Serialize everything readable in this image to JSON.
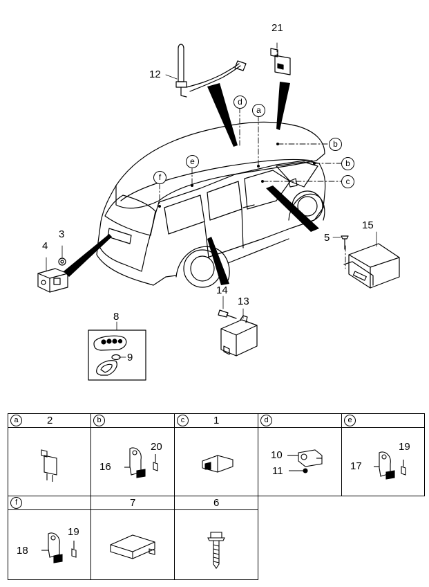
{
  "main": {
    "callouts": [
      "a",
      "b",
      "b",
      "c",
      "d",
      "e",
      "f"
    ],
    "part_numbers": {
      "n21": "21",
      "n12": "12",
      "n3": "3",
      "n4": "4",
      "n5": "5",
      "n15": "15",
      "n14": "14",
      "n13": "13",
      "n8": "8",
      "n9": "9"
    }
  },
  "legend": {
    "cells": [
      {
        "letter": "a",
        "number": "2",
        "parts": []
      },
      {
        "letter": "b",
        "number": "",
        "parts": [
          "20",
          "16"
        ]
      },
      {
        "letter": "c",
        "number": "1",
        "parts": []
      },
      {
        "letter": "d",
        "number": "",
        "parts": [
          "10",
          "11"
        ]
      },
      {
        "letter": "e",
        "number": "",
        "parts": [
          "19",
          "17"
        ]
      },
      {
        "letter": "f",
        "number": "",
        "parts": [
          "19",
          "18"
        ]
      },
      {
        "letter": "",
        "number": "7",
        "parts": []
      },
      {
        "letter": "",
        "number": "6",
        "parts": []
      }
    ]
  },
  "colors": {
    "line": "#000000",
    "background": "#ffffff"
  }
}
